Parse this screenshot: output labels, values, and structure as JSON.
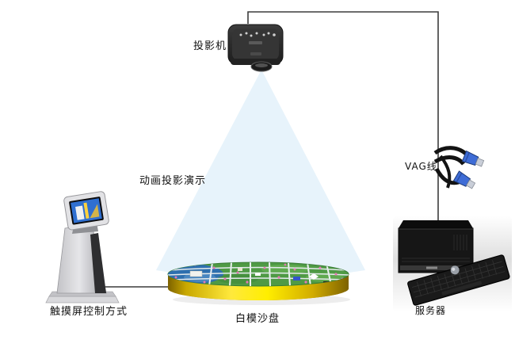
{
  "diagram": {
    "labels": {
      "projector": "投影机",
      "animation_demo": "动画投影演示",
      "vga_cable": "VAG线",
      "touch_kiosk": "触摸屏控制方式",
      "sand_table": "白模沙盘",
      "server": "服务器"
    },
    "colors": {
      "beam": "#e7f3fb",
      "table_rim_gold": "#ffee00",
      "table_rim_gold_dark": "#7d6200",
      "map_green": "#4f9a45",
      "water_blue": "#2e6fae",
      "road_white": "#eef2f4",
      "vga_connector_blue": "#3e6cd6",
      "cable_line": "#3c3c3c",
      "kiosk_silver": "#d7d7db",
      "device_black": "#1a1a1a"
    }
  }
}
